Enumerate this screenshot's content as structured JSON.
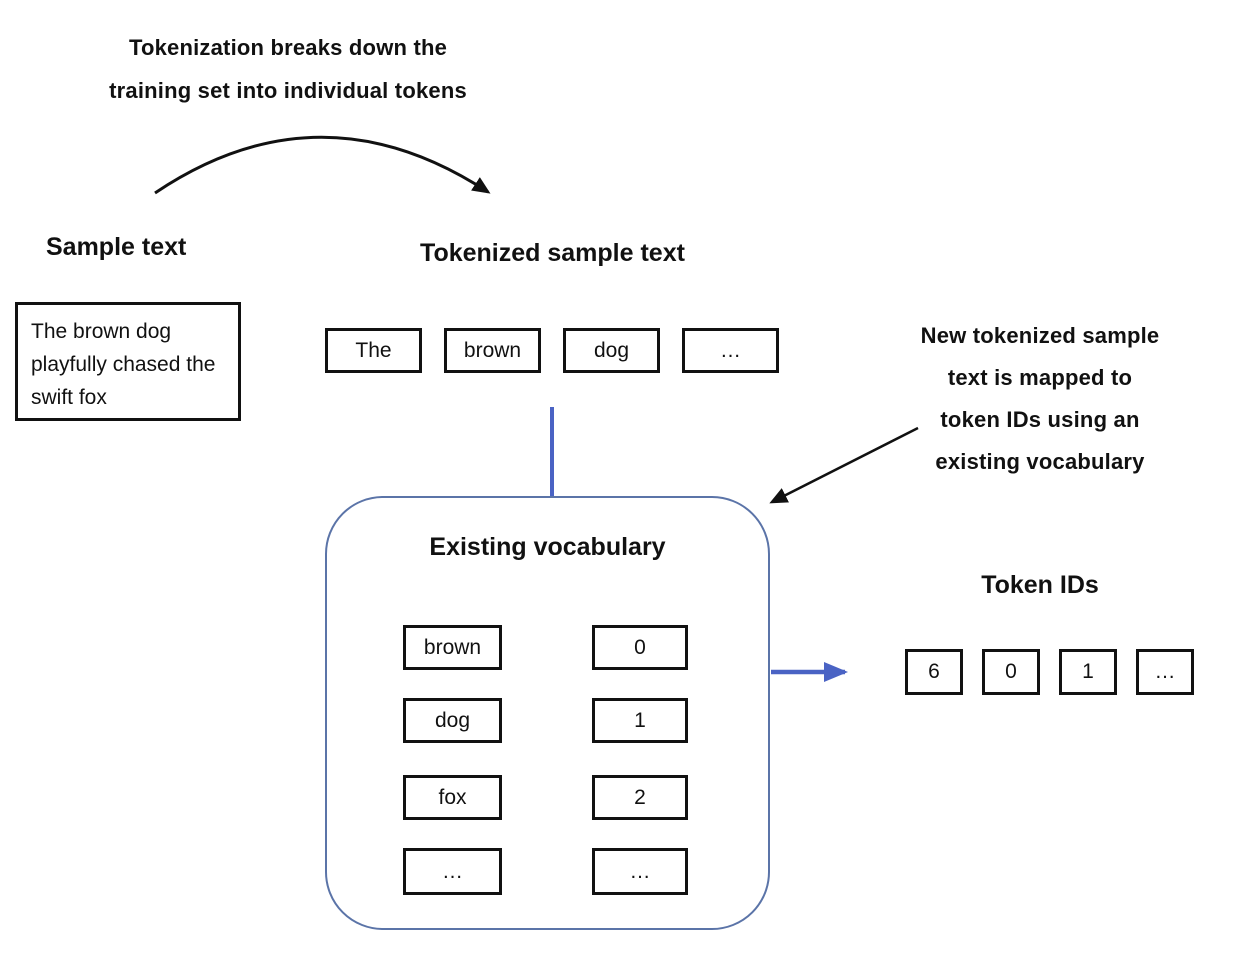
{
  "colors": {
    "ink": "#111111",
    "accent_blue": "#4a63c4",
    "vocab_panel_border": "#5b74a8",
    "background": "#ffffff"
  },
  "annotation_top": {
    "lines": [
      "Tokenization breaks down the",
      "training set into individual tokens"
    ]
  },
  "annotation_right": {
    "lines": [
      "New tokenized sample",
      "text is mapped to",
      "token IDs using an",
      "existing vocabulary"
    ]
  },
  "sample": {
    "title": "Sample text",
    "text": "The brown dog playfully chased the swift fox"
  },
  "tokenized": {
    "title": "Tokenized sample text",
    "tokens": [
      "The",
      "brown",
      "dog",
      "…"
    ]
  },
  "vocabulary": {
    "title": "Existing vocabulary",
    "rows": [
      {
        "word": "brown",
        "id": "0"
      },
      {
        "word": "dog",
        "id": "1"
      },
      {
        "word": "fox",
        "id": "2"
      },
      {
        "word": "…",
        "id": "…"
      }
    ]
  },
  "token_ids": {
    "title": "Token IDs",
    "values": [
      "6",
      "0",
      "1",
      "…"
    ]
  }
}
